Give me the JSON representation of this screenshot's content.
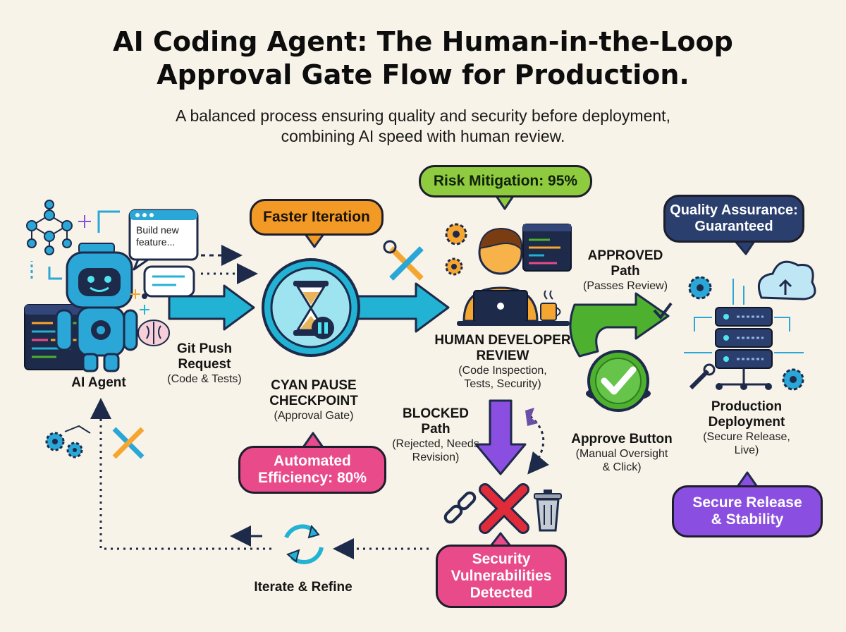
{
  "header": {
    "title_line1": "AI Coding Agent: The Human-in-the-Loop",
    "title_line2": "Approval Gate Flow for Production.",
    "subtitle_line1": "A balanced process ensuring quality and security before deployment,",
    "subtitle_line2": "combining AI speed with human review."
  },
  "nodes": {
    "ai_agent": {
      "label": "AI Agent",
      "chat": [
        "Build new",
        "feature..."
      ]
    },
    "git_push": {
      "title_line1": "Git Push",
      "title_line2": "Request",
      "sub": "(Code & Tests)"
    },
    "checkpoint": {
      "title_line1": "CYAN PAUSE",
      "title_line2": "CHECKPOINT",
      "sub": "(Approval Gate)"
    },
    "review": {
      "title_line1": "HUMAN DEVELOPER",
      "title_line2": "REVIEW",
      "sub_line1": "(Code Inspection,",
      "sub_line2": "Tests, Security)"
    },
    "approved": {
      "title_line1": "APPROVED",
      "title_line2": "Path",
      "sub": "(Passes Review)"
    },
    "blocked": {
      "title_line1": "BLOCKED",
      "title_line2": "Path",
      "sub_line1": "(Rejected, Needs",
      "sub_line2": "Revision)"
    },
    "approve_button": {
      "title": "Approve Button",
      "sub_line1": "(Manual Oversight",
      "sub_line2": "& Click)"
    },
    "production": {
      "title_line1": "Production",
      "title_line2": "Deployment",
      "sub_line1": "(Secure Release,",
      "sub_line2": "Live)"
    },
    "iterate": {
      "label": "Iterate & Refine"
    }
  },
  "callouts": {
    "faster_iteration": {
      "text": "Faster Iteration",
      "color": "#f29a25"
    },
    "risk_mitigation": {
      "text": "Risk Mitigation: 95%",
      "color": "#8fcb3f"
    },
    "quality_assurance": {
      "line1": "Quality Assurance:",
      "line2": "Guaranteed",
      "color": "#2b3f6e"
    },
    "automated_efficiency": {
      "line1": "Automated",
      "line2": "Efficiency: 80%",
      "color": "#e84a8a"
    },
    "secure_release": {
      "line1": "Secure Release",
      "line2": "& Stability",
      "color": "#8a4fe0"
    },
    "security_vulnerabilities": {
      "line1": "Security",
      "line2": "Vulnerabilities",
      "line3": "Detected",
      "color": "#e84a8a"
    }
  },
  "colors": {
    "cyan": "#22b3d4",
    "purple": "#8a4fe0",
    "green": "#4db02f",
    "red": "#e02b3a",
    "navy": "#1d2a4a",
    "orange": "#f5a630",
    "background": "#f8f3e8"
  }
}
